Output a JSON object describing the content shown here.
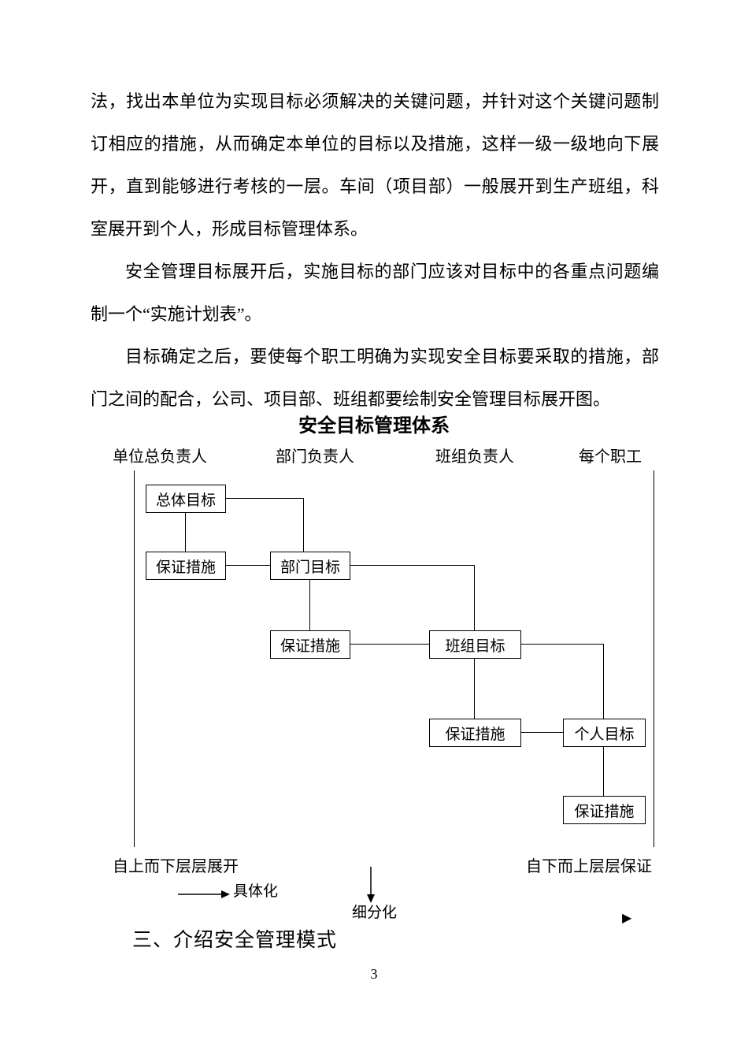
{
  "document": {
    "paragraphs": [
      {
        "text": "法，找出本单位为实现目标必须解决的关键问题，并针对这个关键问题制订相应的措施，从而确定本单位的目标以及措施，这样一级一级地向下展开，直到能够进行考核的一层。车间（项目部）一般展开到生产班组，科室展开到个人，形成目标管理体系。"
      },
      {
        "text": "安全管理目标展开后，实施目标的部门应该对目标中的各重点问题编制一个“实施计划表”。"
      },
      {
        "text": "目标确定之后，要使每个职工明确为实现安全目标要采取的措施，部门之间的配合，公司、项目部、班组都要绘制安全管理目标展开图。"
      }
    ],
    "section_heading": "三、介绍安全管理模式",
    "page_number": "3"
  },
  "diagram": {
    "title": "安全目标管理体系",
    "columns": [
      "单位总负责人",
      "部门负责人",
      "班组负责人",
      "每个职工"
    ],
    "boxes": {
      "overall": "总体目标",
      "measure1": "保证措施",
      "dept": "部门目标",
      "measure2": "保证措施",
      "team": "班组目标",
      "measure3": "保证措施",
      "personal": "个人目标",
      "measure4": "保证措施"
    },
    "labels": {
      "top_down": "自上而下层层展开",
      "bottom_up": "自下而上层层保证",
      "concretize": "具体化",
      "subdivide": "细分化",
      "right_triangle": "▶"
    },
    "line_color": "#000000"
  }
}
